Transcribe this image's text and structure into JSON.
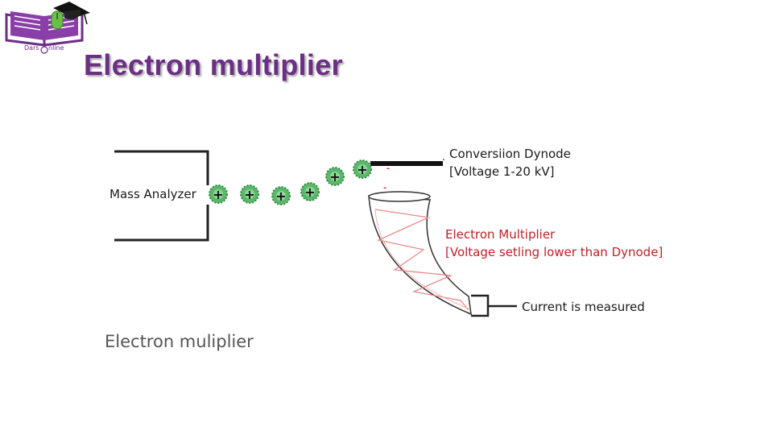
{
  "slide": {
    "title": "Electron multiplier",
    "caption": "Electron muliplier"
  },
  "logo": {
    "icon": "open-book-graduation-cap-icon",
    "text_left": "Dars",
    "text_right": "nline",
    "color": "#6b2f86"
  },
  "diagram": {
    "mass_analyzer": "Mass Analyzer",
    "dynode_line1": "Conversiion Dynode",
    "dynode_line2": "[Voltage 1-20 kV]",
    "multiplier_line1": "Electron Multiplier",
    "multiplier_line2": "[Voltage setling lower than Dynode]",
    "current": "Current is measured",
    "ion_symbol": "+",
    "electron_symbol": "-",
    "ion_color": "#2e9a4a",
    "electron_color": "#e03030",
    "label_red": "#c0202a"
  }
}
